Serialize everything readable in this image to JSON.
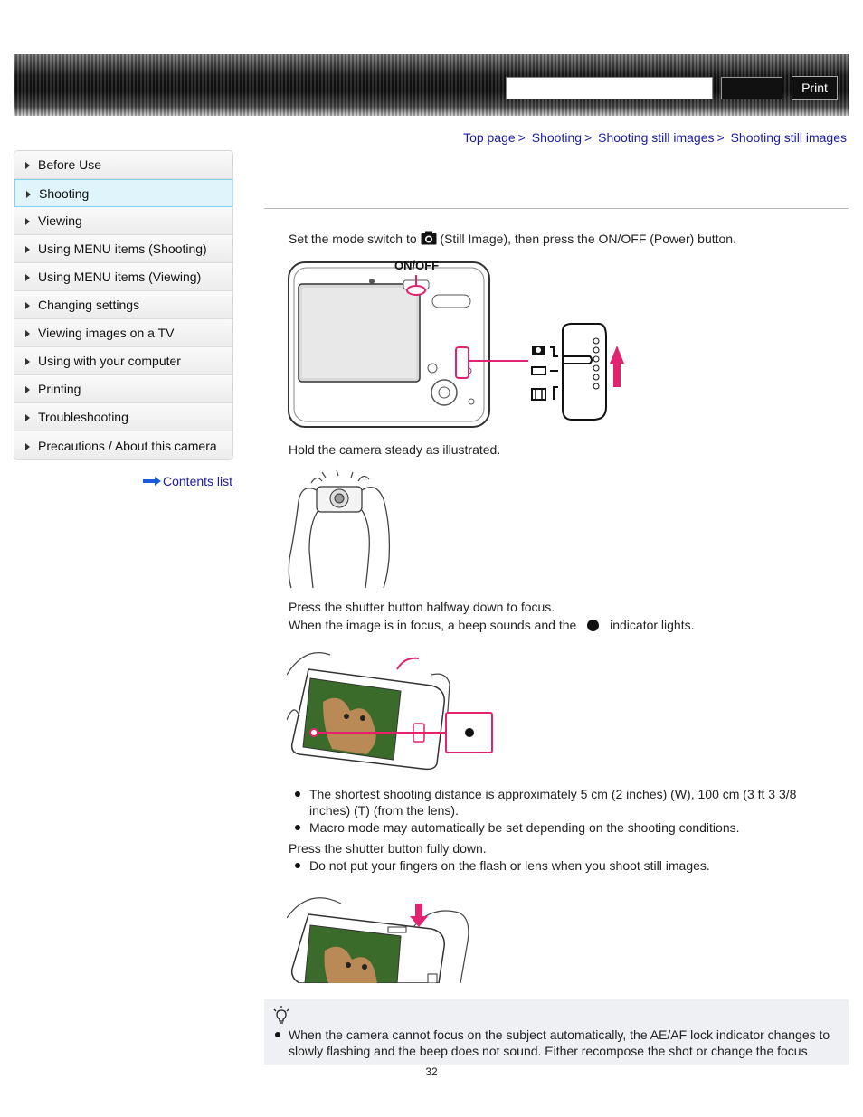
{
  "header": {
    "print_label": "Print"
  },
  "breadcrumb": {
    "items": [
      "Top page",
      "Shooting",
      "Shooting still images",
      "Shooting still images"
    ],
    "separator": ">"
  },
  "sidebar": {
    "items": [
      {
        "label": "Before Use"
      },
      {
        "label": "Shooting"
      },
      {
        "label": "Viewing"
      },
      {
        "label": "Using MENU items (Shooting)"
      },
      {
        "label": "Using MENU items (Viewing)"
      },
      {
        "label": "Changing settings"
      },
      {
        "label": "Viewing images on a TV"
      },
      {
        "label": "Using with your computer"
      },
      {
        "label": "Printing"
      },
      {
        "label": "Troubleshooting"
      },
      {
        "label": "Precautions / About this camera"
      }
    ],
    "contents_link": "Contents list"
  },
  "content": {
    "step1_pre": "Set the mode switch to",
    "step1_post": "(Still Image), then press the ON/OFF (Power) button.",
    "figure1_label": "ON/OFF",
    "step2": "Hold the camera steady as illustrated.",
    "step3_line1": "Press the shutter button halfway down to focus.",
    "step3_line2_pre": "When the image is in focus, a beep sounds and the",
    "step3_line2_post": "indicator lights.",
    "bullets1": [
      "The shortest shooting distance is approximately 5 cm (2 inches) (W), 100 cm (3 ft 3 3/8 inches) (T) (from the lens).",
      "Macro mode may automatically be set depending on the shooting conditions."
    ],
    "step4": "Press the shutter button fully down.",
    "bullets2": [
      "Do not put your fingers on the flash or lens when you shoot still images."
    ],
    "hint": "When the camera cannot focus on the subject automatically, the AE/AF lock indicator changes to slowly flashing and the beep does not sound. Either recompose the shot or change the focus"
  },
  "footer": {
    "page_number": "32"
  },
  "colors": {
    "link": "#1a1aa6",
    "accent_pink": "#e2236f",
    "active_bg": "#dff4fb"
  }
}
